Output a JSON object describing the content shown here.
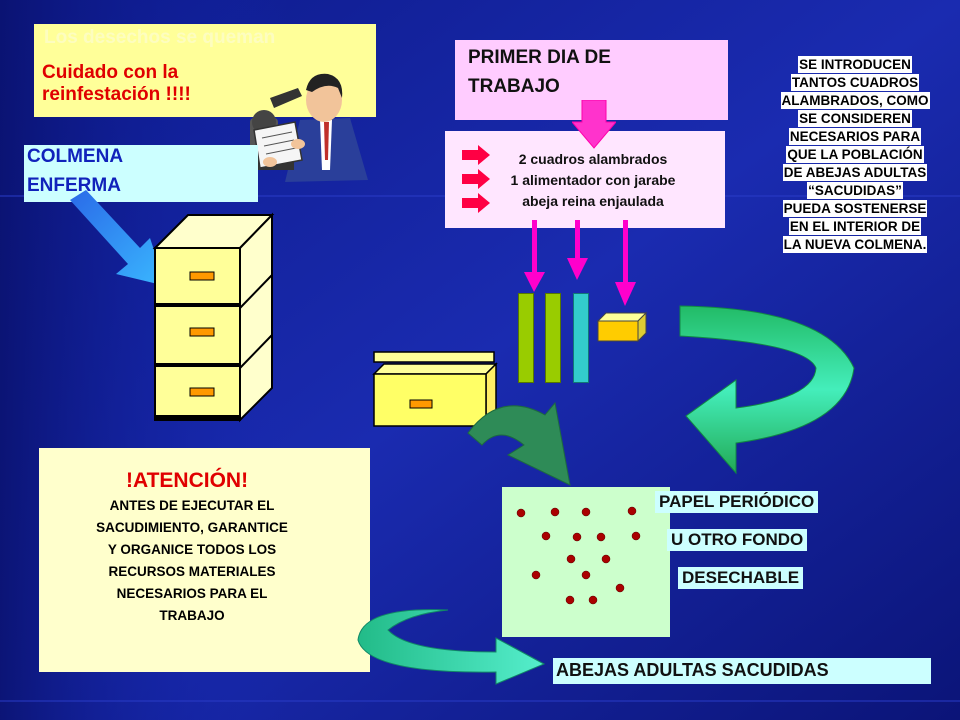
{
  "warning": {
    "title": "Los desechos se queman",
    "text": "Cuidado con la reinfestación !!!!"
  },
  "sick_hive": {
    "line1": "COLMENA",
    "line2": "ENFERMA"
  },
  "first_day": {
    "line1": "PRIMER DIA DE",
    "line2": "TRABAJO",
    "items": [
      "2 cuadros alambrados",
      "1 alimentador con jarabe",
      "abeja reina enjaulada"
    ]
  },
  "note_lines": [
    "SE INTRODUCEN",
    "TANTOS CUADROS",
    "ALAMBRADOS, COMO",
    "SE CONSIDEREN",
    "NECESARIOS PARA",
    "QUE LA POBLACIÓN",
    "DE ABEJAS ADULTAS",
    "“SACUDIDAS”",
    "PUEDA SOSTENERSE",
    "EN EL INTERIOR DE",
    "LA NUEVA COLMENA."
  ],
  "attention": {
    "title": "!ATENCIÓN!",
    "lines": [
      "ANTES DE EJECUTAR EL",
      "SACUDIMIENTO, GARANTICE",
      "Y ORGANICE TODOS LOS",
      "RECURSOS MATERIALES",
      "NECESARIOS PARA EL",
      "TRABAJO"
    ]
  },
  "paper_labels": [
    "PAPEL PERIÓDICO",
    "U OTRO FONDO",
    "DESECHABLE"
  ],
  "shaken_bees": "ABEJAS ADULTAS SACUDIDAS",
  "colors": {
    "background": "#12209a",
    "yellow_box": "#ffff99",
    "pink_box": "#ffccff",
    "cyan_label": "#ccffff",
    "green_paper": "#ccffcc",
    "magenta_arrow": "#ff00ff",
    "alert_red": "#e00000"
  },
  "icons": [
    "person-with-microscope-icon",
    "filing-cabinet-hive-icon",
    "new-hive-box-icon",
    "feeder-icon",
    "frame-icon",
    "arrow-right-icon",
    "curved-arrow-icon",
    "bee-dot-icon"
  ]
}
